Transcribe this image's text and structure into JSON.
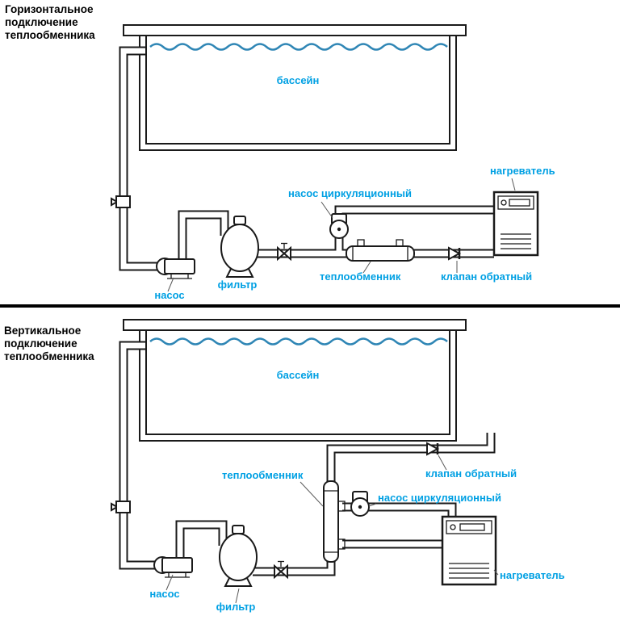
{
  "colors": {
    "label": "#00A0E3",
    "line": "#1a1a1a",
    "water": "#2F86B5"
  },
  "top": {
    "title": [
      "Горизонтальное",
      "подключение",
      "теплообменника"
    ],
    "labels": {
      "pool": "бассейн",
      "circulation_pump": "насос циркуляционный",
      "heater": "нагреватель",
      "heat_exchanger": "теплообменник",
      "check_valve": "клапан обратный",
      "filter": "фильтр",
      "pump": "насос"
    }
  },
  "bottom": {
    "title": [
      "Вертикальное",
      "подключение",
      "теплообменника"
    ],
    "labels": {
      "pool": "бассейн",
      "heat_exchanger": "теплообменник",
      "check_valve": "клапан обратный",
      "circulation_pump": "насос циркуляционный",
      "heater": "нагреватель",
      "pump": "насос",
      "filter": "фильтр"
    }
  }
}
